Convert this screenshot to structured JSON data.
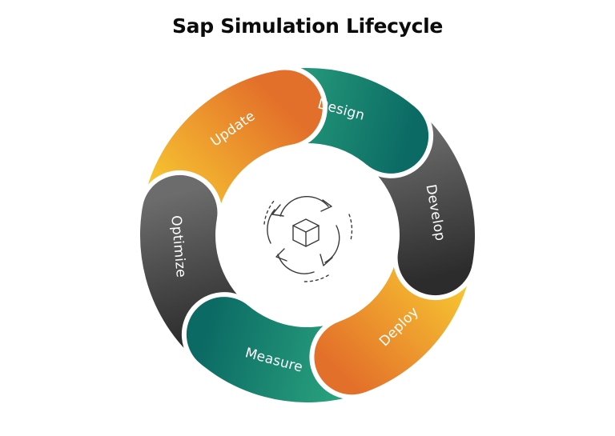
{
  "title": "Sap Simulation Lifecycle",
  "center_icon": "cycle-cube-icon",
  "stages": [
    {
      "label": "Design",
      "icon": "none",
      "colors": [
        "#2aa37e",
        "#0b6a64"
      ]
    },
    {
      "label": "Develop",
      "icon": "none",
      "colors": [
        "#6c6c6c",
        "#2c2c2c"
      ]
    },
    {
      "label": "Deploy",
      "icon": "none",
      "colors": [
        "#f7c531",
        "#e3702a"
      ]
    },
    {
      "label": "Measure",
      "icon": "none",
      "colors": [
        "#2aa37e",
        "#0b6a64"
      ]
    },
    {
      "label": "Optimize",
      "icon": "none",
      "colors": [
        "#2c2c2c",
        "#6c6c6c"
      ]
    },
    {
      "label": "Update",
      "icon": "none",
      "colors": [
        "#f7c531",
        "#e3702a"
      ]
    }
  ]
}
